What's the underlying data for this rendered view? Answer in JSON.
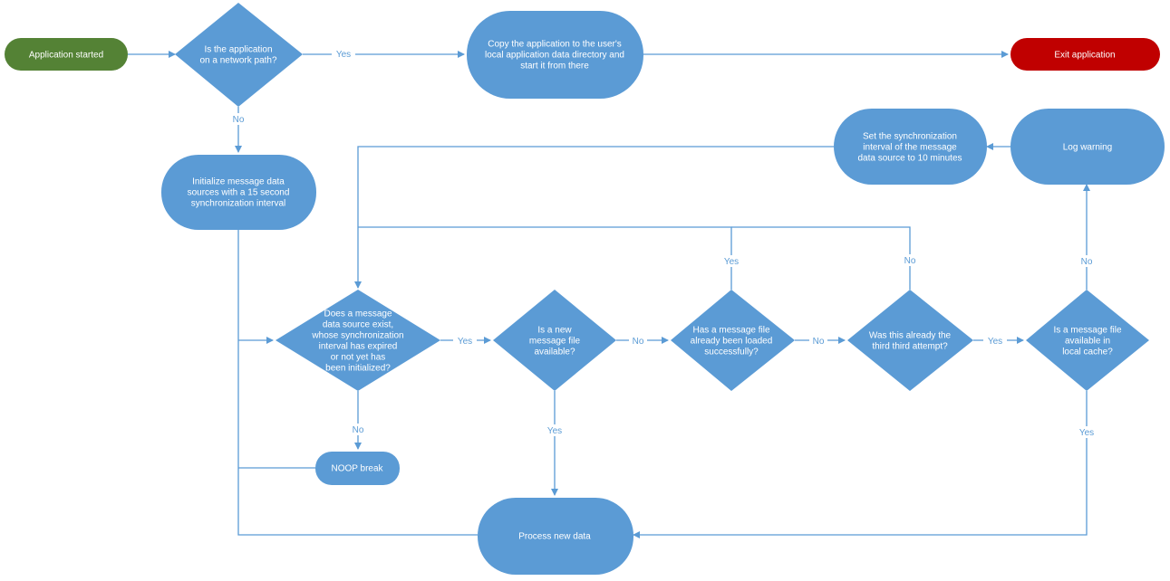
{
  "colors": {
    "process": "#5b9bd5",
    "start": "#548235",
    "exit": "#c00000",
    "line": "#5b9bd5",
    "label": "#5b9bd5"
  },
  "nodes": {
    "start": {
      "lines": [
        "Application started"
      ]
    },
    "network_path": {
      "lines": [
        "Is the application",
        "on a network path?"
      ]
    },
    "copy_app": {
      "lines": [
        "Copy the application to the user's",
        "local application data directory and",
        "start it from there"
      ]
    },
    "exit": {
      "lines": [
        "Exit application"
      ]
    },
    "init": {
      "lines": [
        "Initialize message data",
        "sources with a 15 second",
        "synchronization interval"
      ]
    },
    "set_interval": {
      "lines": [
        "Set the synchronization",
        "interval of the message",
        "data source to 10 minutes"
      ]
    },
    "log_warning": {
      "lines": [
        "Log warning"
      ]
    },
    "source_exists": {
      "lines": [
        "Does a message",
        "data source exist,",
        "whose synchronization",
        "interval has expired",
        "or not yet has",
        "been initialized?"
      ]
    },
    "new_file": {
      "lines": [
        "Is a new",
        "message  file",
        "available?"
      ]
    },
    "loaded": {
      "lines": [
        "Has a message file",
        "already been loaded",
        "successfully?"
      ]
    },
    "third_attempt": {
      "lines": [
        "Was this already the",
        "third third attempt?"
      ]
    },
    "cache": {
      "lines": [
        "Is a message file",
        "available in",
        "local cache?"
      ]
    },
    "noop": {
      "lines": [
        "NOOP break"
      ]
    },
    "process": {
      "lines": [
        "Process new data"
      ]
    }
  },
  "edge_labels": {
    "yes": "Yes",
    "no": "No"
  }
}
